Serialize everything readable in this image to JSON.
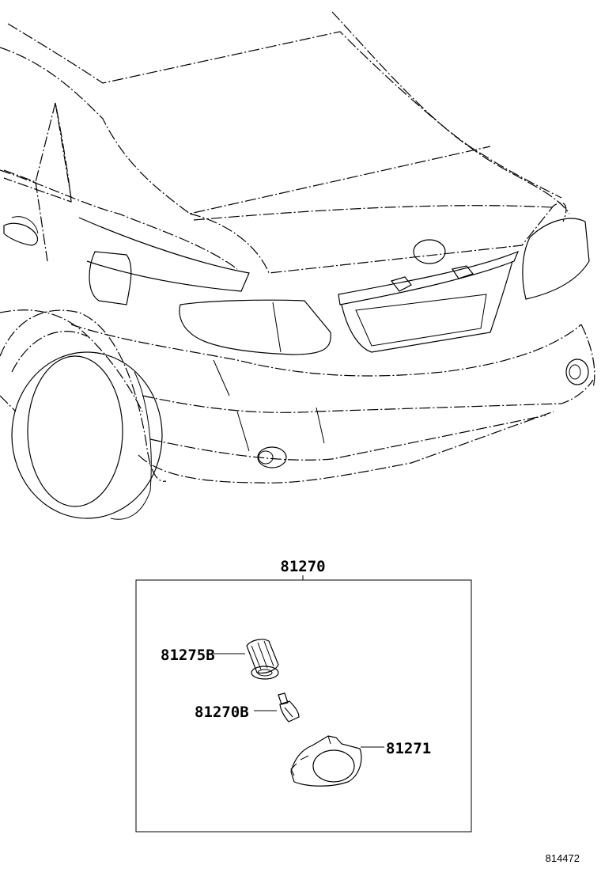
{
  "labels": {
    "assembly": "81270",
    "socket": "81275B",
    "bulb": "81270B",
    "lamp": "81271"
  },
  "reference_code": "814472",
  "colors": {
    "line": "#000000",
    "background": "#ffffff",
    "part_fill": "#eeeeee"
  }
}
